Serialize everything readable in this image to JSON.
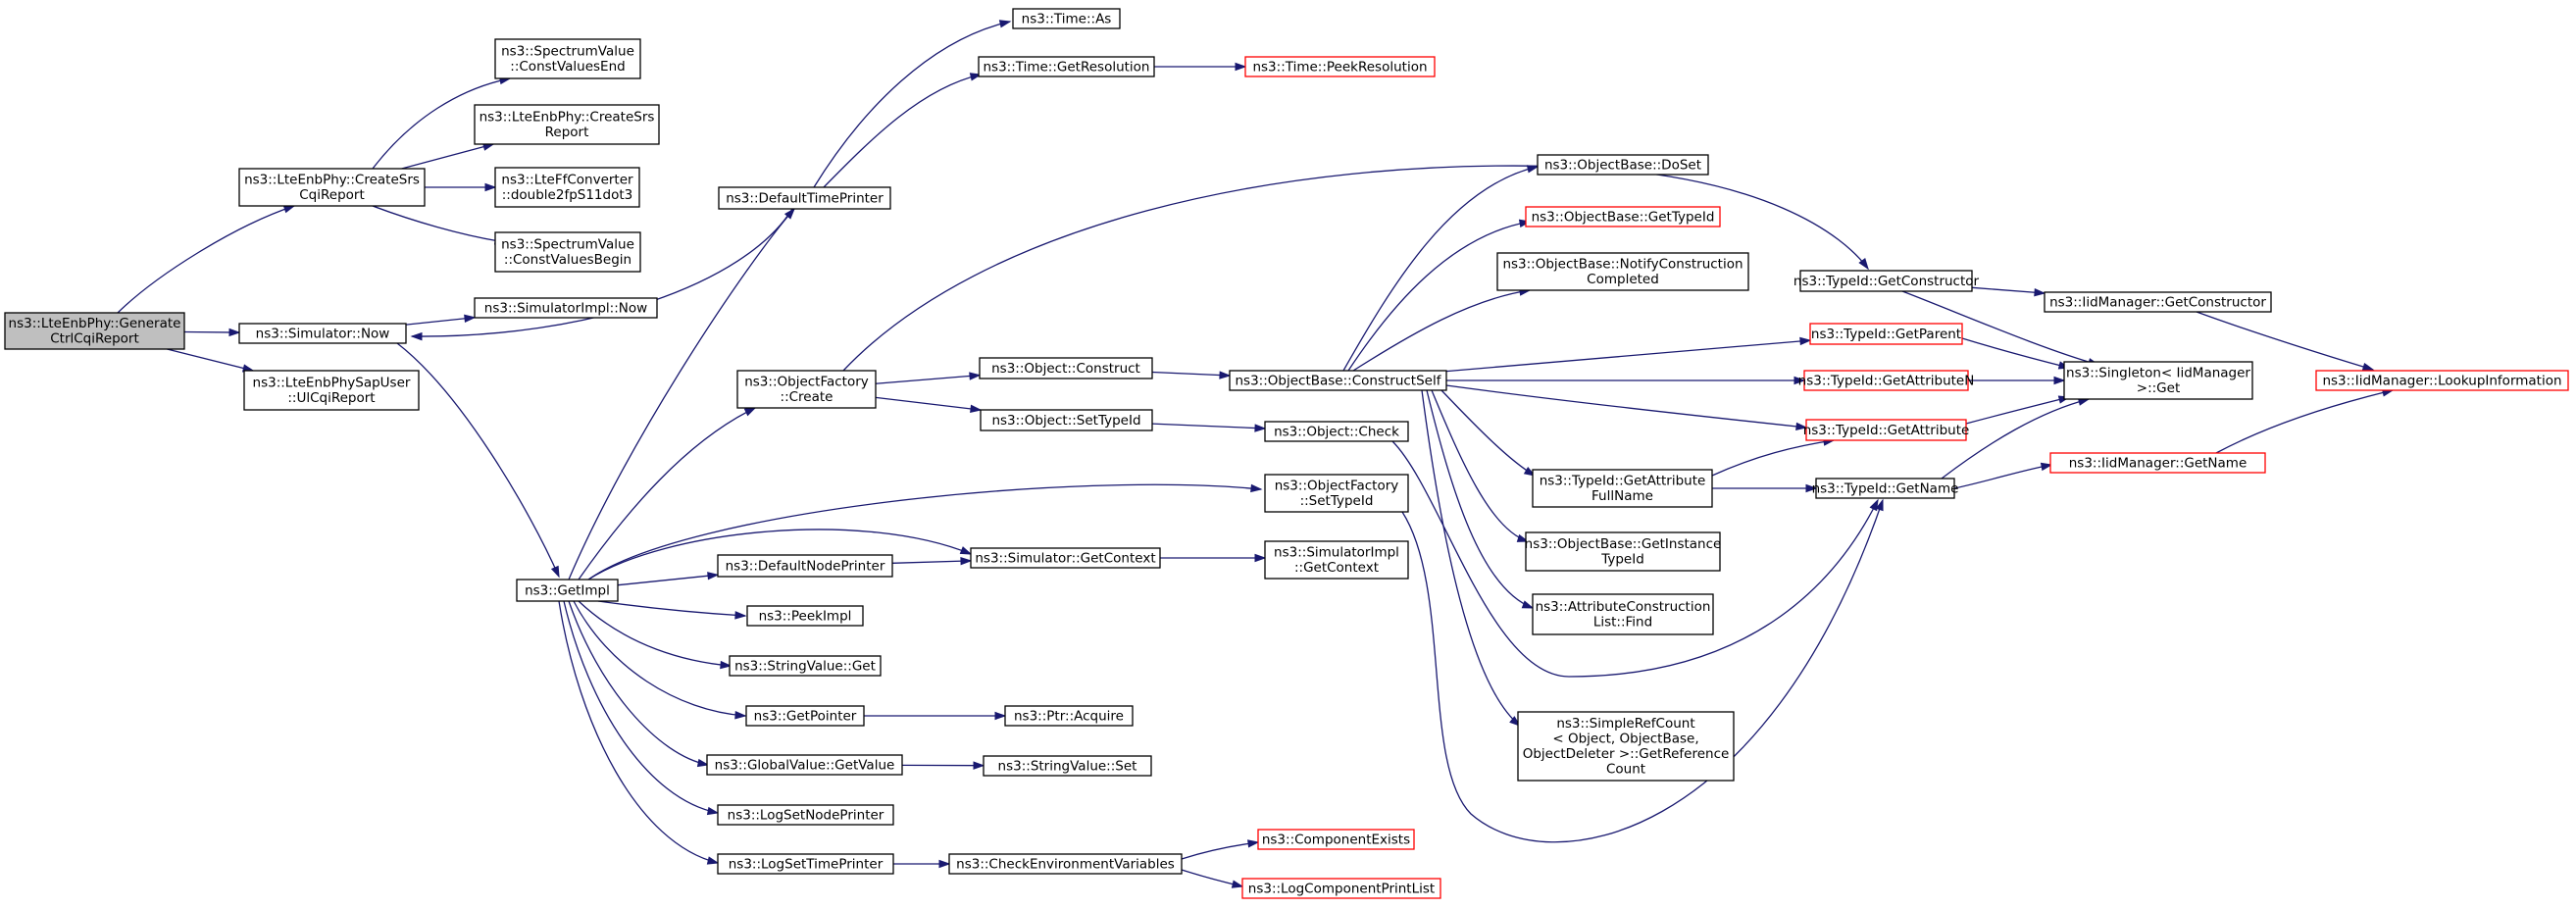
{
  "colors": {
    "edge": "#191970",
    "node_border": "#000000",
    "node_border_truncated": "#ff0000",
    "node_fill": "#ffffff",
    "root_fill": "#bfbfbf"
  },
  "nodes": [
    {
      "id": "root",
      "lines": [
        "ns3::LteEnbPhy::Generate",
        "CtrlCqiReport"
      ],
      "style": "root"
    },
    {
      "id": "createSrs",
      "lines": [
        "ns3::LteEnbPhy::CreateSrs",
        "CqiReport"
      ],
      "style": "normal"
    },
    {
      "id": "simNow",
      "lines": [
        "ns3::Simulator::Now"
      ],
      "style": "normal"
    },
    {
      "id": "ulCqi",
      "lines": [
        "ns3::LteEnbPhySapUser",
        "::UlCqiReport"
      ],
      "style": "normal"
    },
    {
      "id": "specEnd",
      "lines": [
        "ns3::SpectrumValue",
        "::ConstValuesEnd"
      ],
      "style": "normal"
    },
    {
      "id": "createSrsRep",
      "lines": [
        "ns3::LteEnbPhy::CreateSrs",
        "Report"
      ],
      "style": "normal"
    },
    {
      "id": "ffConv",
      "lines": [
        "ns3::LteFfConverter",
        "::double2fpS11dot3"
      ],
      "style": "normal"
    },
    {
      "id": "specBegin",
      "lines": [
        "ns3::SpectrumValue",
        "::ConstValuesBegin"
      ],
      "style": "normal"
    },
    {
      "id": "simImplNow",
      "lines": [
        "ns3::SimulatorImpl::Now"
      ],
      "style": "normal"
    },
    {
      "id": "getImpl",
      "lines": [
        "ns3::GetImpl"
      ],
      "style": "normal"
    },
    {
      "id": "defTimePrinter",
      "lines": [
        "ns3::DefaultTimePrinter"
      ],
      "style": "normal"
    },
    {
      "id": "timeAs",
      "lines": [
        "ns3::Time::As"
      ],
      "style": "normal"
    },
    {
      "id": "timeGetRes",
      "lines": [
        "ns3::Time::GetResolution"
      ],
      "style": "normal"
    },
    {
      "id": "timePeekRes",
      "lines": [
        "ns3::Time::PeekResolution"
      ],
      "style": "truncated"
    },
    {
      "id": "objFactCreate",
      "lines": [
        "ns3::ObjectFactory",
        "::Create"
      ],
      "style": "normal"
    },
    {
      "id": "objConstruct",
      "lines": [
        "ns3::Object::Construct"
      ],
      "style": "normal"
    },
    {
      "id": "objSetTypeId",
      "lines": [
        "ns3::Object::SetTypeId"
      ],
      "style": "normal"
    },
    {
      "id": "objCheck",
      "lines": [
        "ns3::Object::Check"
      ],
      "style": "normal"
    },
    {
      "id": "objFactSetTypeId",
      "lines": [
        "ns3::ObjectFactory",
        "::SetTypeId"
      ],
      "style": "normal"
    },
    {
      "id": "defNodePrinter",
      "lines": [
        "ns3::DefaultNodePrinter"
      ],
      "style": "normal"
    },
    {
      "id": "simGetContext",
      "lines": [
        "ns3::Simulator::GetContext"
      ],
      "style": "normal"
    },
    {
      "id": "simImplGetContext",
      "lines": [
        "ns3::SimulatorImpl",
        "::GetContext"
      ],
      "style": "normal"
    },
    {
      "id": "peekImpl",
      "lines": [
        "ns3::PeekImpl"
      ],
      "style": "normal"
    },
    {
      "id": "strValGet",
      "lines": [
        "ns3::StringValue::Get"
      ],
      "style": "normal"
    },
    {
      "id": "getPointer",
      "lines": [
        "ns3::GetPointer"
      ],
      "style": "normal"
    },
    {
      "id": "ptrAcquire",
      "lines": [
        "ns3::Ptr::Acquire"
      ],
      "style": "normal"
    },
    {
      "id": "globValGet",
      "lines": [
        "ns3::GlobalValue::GetValue"
      ],
      "style": "normal"
    },
    {
      "id": "strValSet",
      "lines": [
        "ns3::StringValue::Set"
      ],
      "style": "normal"
    },
    {
      "id": "logSetNode",
      "lines": [
        "ns3::LogSetNodePrinter"
      ],
      "style": "normal"
    },
    {
      "id": "logSetTime",
      "lines": [
        "ns3::LogSetTimePrinter"
      ],
      "style": "normal"
    },
    {
      "id": "checkEnv",
      "lines": [
        "ns3::CheckEnvironmentVariables"
      ],
      "style": "normal"
    },
    {
      "id": "compExists",
      "lines": [
        "ns3::ComponentExists"
      ],
      "style": "truncated"
    },
    {
      "id": "logCompPrint",
      "lines": [
        "ns3::LogComponentPrintList"
      ],
      "style": "truncated"
    },
    {
      "id": "obDoSet",
      "lines": [
        "ns3::ObjectBase::DoSet"
      ],
      "style": "normal"
    },
    {
      "id": "obGetTypeId",
      "lines": [
        "ns3::ObjectBase::GetTypeId"
      ],
      "style": "truncated"
    },
    {
      "id": "obNotify",
      "lines": [
        "ns3::ObjectBase::NotifyConstruction",
        "Completed"
      ],
      "style": "normal"
    },
    {
      "id": "obConstructSelf",
      "lines": [
        "ns3::ObjectBase::ConstructSelf"
      ],
      "style": "normal"
    },
    {
      "id": "tidGetAttrFull",
      "lines": [
        "ns3::TypeId::GetAttribute",
        "FullName"
      ],
      "style": "normal"
    },
    {
      "id": "obGetInstTid",
      "lines": [
        "ns3::ObjectBase::GetInstance",
        "TypeId"
      ],
      "style": "normal"
    },
    {
      "id": "attrConstFind",
      "lines": [
        "ns3::AttributeConstruction",
        "List::Find"
      ],
      "style": "normal"
    },
    {
      "id": "simpleRef",
      "lines": [
        "ns3::SimpleRefCount",
        "< Object, ObjectBase,",
        "ObjectDeleter >::GetReference",
        "Count"
      ],
      "style": "normal"
    },
    {
      "id": "tidGetCtor",
      "lines": [
        "ns3::TypeId::GetConstructor"
      ],
      "style": "normal"
    },
    {
      "id": "tidGetParent",
      "lines": [
        "ns3::TypeId::GetParent"
      ],
      "style": "truncated"
    },
    {
      "id": "tidGetAttrN",
      "lines": [
        "ns3::TypeId::GetAttributeN"
      ],
      "style": "truncated"
    },
    {
      "id": "tidGetAttr",
      "lines": [
        "ns3::TypeId::GetAttribute"
      ],
      "style": "truncated"
    },
    {
      "id": "tidGetName",
      "lines": [
        "ns3::TypeId::GetName"
      ],
      "style": "normal"
    },
    {
      "id": "iidGetCtor",
      "lines": [
        "ns3::IidManager::GetConstructor"
      ],
      "style": "normal"
    },
    {
      "id": "singletonGet",
      "lines": [
        "ns3::Singleton< IidManager",
        ">::Get"
      ],
      "style": "normal"
    },
    {
      "id": "iidGetName",
      "lines": [
        "ns3::IidManager::GetName"
      ],
      "style": "truncated"
    },
    {
      "id": "iidLookup",
      "lines": [
        "ns3::IidManager::LookupInformation"
      ],
      "style": "truncated"
    }
  ],
  "edges": [
    [
      "root",
      "createSrs"
    ],
    [
      "root",
      "simNow"
    ],
    [
      "root",
      "ulCqi"
    ],
    [
      "createSrs",
      "specEnd"
    ],
    [
      "createSrs",
      "createSrsRep"
    ],
    [
      "createSrs",
      "ffConv"
    ],
    [
      "createSrs",
      "specBegin"
    ],
    [
      "simNow",
      "simImplNow"
    ],
    [
      "simNow",
      "getImpl"
    ],
    [
      "getImpl",
      "defTimePrinter"
    ],
    [
      "getImpl",
      "objFactCreate"
    ],
    [
      "getImpl",
      "objFactSetTypeId"
    ],
    [
      "getImpl",
      "defNodePrinter"
    ],
    [
      "getImpl",
      "simGetContext"
    ],
    [
      "getImpl",
      "peekImpl"
    ],
    [
      "getImpl",
      "strValGet"
    ],
    [
      "getImpl",
      "getPointer"
    ],
    [
      "getImpl",
      "globValGet"
    ],
    [
      "getImpl",
      "logSetNode"
    ],
    [
      "getImpl",
      "logSetTime"
    ],
    [
      "defTimePrinter",
      "timeAs"
    ],
    [
      "defTimePrinter",
      "timeGetRes"
    ],
    [
      "defTimePrinter",
      "simNow"
    ],
    [
      "timeGetRes",
      "timePeekRes"
    ],
    [
      "objFactCreate",
      "objConstruct"
    ],
    [
      "objFactCreate",
      "objSetTypeId"
    ],
    [
      "objFactCreate",
      "tidGetCtor"
    ],
    [
      "objConstruct",
      "obConstructSelf"
    ],
    [
      "objSetTypeId",
      "objCheck"
    ],
    [
      "objCheck",
      "tidGetName"
    ],
    [
      "objFactSetTypeId",
      "tidGetName"
    ],
    [
      "defNodePrinter",
      "simGetContext"
    ],
    [
      "simGetContext",
      "simImplGetContext"
    ],
    [
      "getPointer",
      "ptrAcquire"
    ],
    [
      "globValGet",
      "strValSet"
    ],
    [
      "logSetTime",
      "checkEnv"
    ],
    [
      "checkEnv",
      "compExists"
    ],
    [
      "checkEnv",
      "logCompPrint"
    ],
    [
      "obConstructSelf",
      "obDoSet"
    ],
    [
      "obConstructSelf",
      "obGetTypeId"
    ],
    [
      "obConstructSelf",
      "obNotify"
    ],
    [
      "obConstructSelf",
      "tidGetParent"
    ],
    [
      "obConstructSelf",
      "tidGetAttrN"
    ],
    [
      "obConstructSelf",
      "tidGetAttr"
    ],
    [
      "obConstructSelf",
      "tidGetAttrFull"
    ],
    [
      "obConstructSelf",
      "obGetInstTid"
    ],
    [
      "obConstructSelf",
      "attrConstFind"
    ],
    [
      "obConstructSelf",
      "simpleRef"
    ],
    [
      "tidGetAttrFull",
      "tidGetAttr"
    ],
    [
      "tidGetAttrFull",
      "tidGetName"
    ],
    [
      "tidGetCtor",
      "iidGetCtor"
    ],
    [
      "tidGetCtor",
      "singletonGet"
    ],
    [
      "tidGetParent",
      "singletonGet"
    ],
    [
      "tidGetAttrN",
      "singletonGet"
    ],
    [
      "tidGetAttr",
      "singletonGet"
    ],
    [
      "tidGetName",
      "singletonGet"
    ],
    [
      "tidGetName",
      "iidGetName"
    ],
    [
      "iidGetCtor",
      "iidLookup"
    ],
    [
      "iidGetName",
      "iidLookup"
    ]
  ]
}
